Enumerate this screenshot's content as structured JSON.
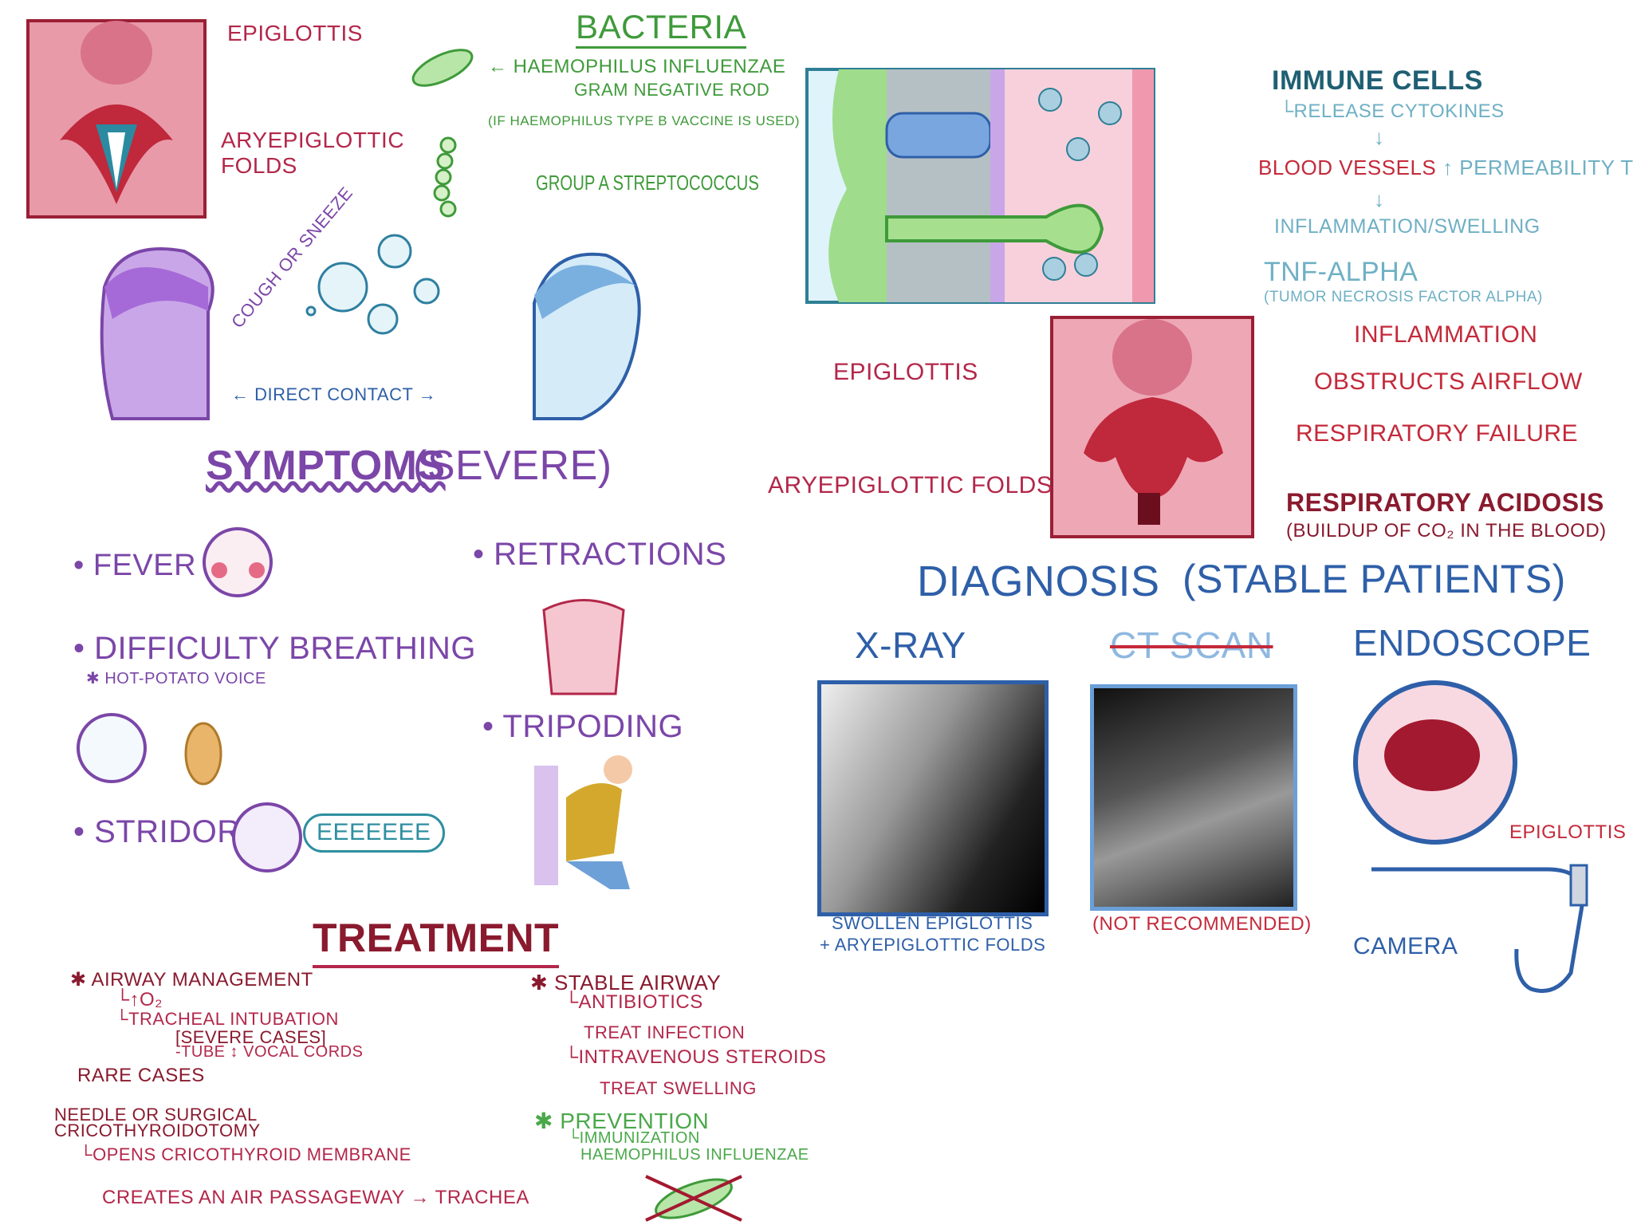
{
  "top_left_anatomy": {
    "labels": [
      "Epiglottis",
      "Aryepiglottic folds"
    ]
  },
  "bacteria": {
    "title": "Bacteria",
    "haemophilus": "Haemophilus influenzae",
    "haemophilus_type": "Gram negative rod",
    "vaccine_note": "(If Haemophilus type B vaccine is used)",
    "strep": "Group A Streptococcus"
  },
  "transmission": {
    "cough": "Cough or sneeze",
    "contact": "Direct contact"
  },
  "immune": {
    "immune_cells": "Immune cells",
    "release": "Release cytokines",
    "blood_vessels": "Blood vessels",
    "permeability": "↑ Permeability to flu",
    "inflammation_swelling": "Inflammation/Swelling",
    "tnf": "TNF-alpha",
    "tnf_full": "(Tumor necrosis factor alpha)"
  },
  "cascade": {
    "epiglottis": "Epiglottis",
    "folds": "Aryepiglottic folds",
    "steps": [
      "Inflammation",
      "Obstructs airflow",
      "Respiratory failure",
      "Respiratory acidosis"
    ],
    "note": "(Buildup of CO₂ in the blood)"
  },
  "symptoms": {
    "title": "Symptoms",
    "subtitle": "(Severe)",
    "fever": "• Fever",
    "difficulty": "• Difficulty breathing",
    "hot_potato": "✱ Hot-potato voice",
    "stridor": "• Stridor",
    "stridor_sound": "EEEEEEE",
    "retractions": "• Retractions",
    "tripoding": "• Tripoding"
  },
  "diagnosis": {
    "title": "Diagnosis",
    "subtitle": "(Stable patients)",
    "xray": "X-Ray",
    "xray_caption1": "Swollen epiglottis",
    "xray_caption2": "+ Aryepiglottic folds",
    "ct": "CT Scan",
    "ct_caption": "(Not recommended)",
    "endoscope": "Endoscope",
    "endo_label": "Epiglottis",
    "camera": "Camera"
  },
  "treatment": {
    "title": "Treatment",
    "airway": "✱ Airway management",
    "o2": "↑O₂",
    "intubation": "Tracheal intubation",
    "severe": "[Severe cases]",
    "tube": "-Tube ↕ vocal cords",
    "rare": "Rare cases",
    "needle": "Needle or Surgical",
    "crico": "Cricothyroidotomy",
    "opens": "Opens cricothyroid membrane",
    "creates": "Creates an air passageway → Trachea",
    "stable": "✱ Stable airway",
    "antibiotics": "Antibiotics",
    "treat_infection": "Treat infection",
    "steroids": "Intravenous steroids",
    "treat_swelling": "Treat swelling",
    "prevention": "✱ Prevention",
    "immunization": "Immunization",
    "hib": "Haemophilus influenzae"
  }
}
